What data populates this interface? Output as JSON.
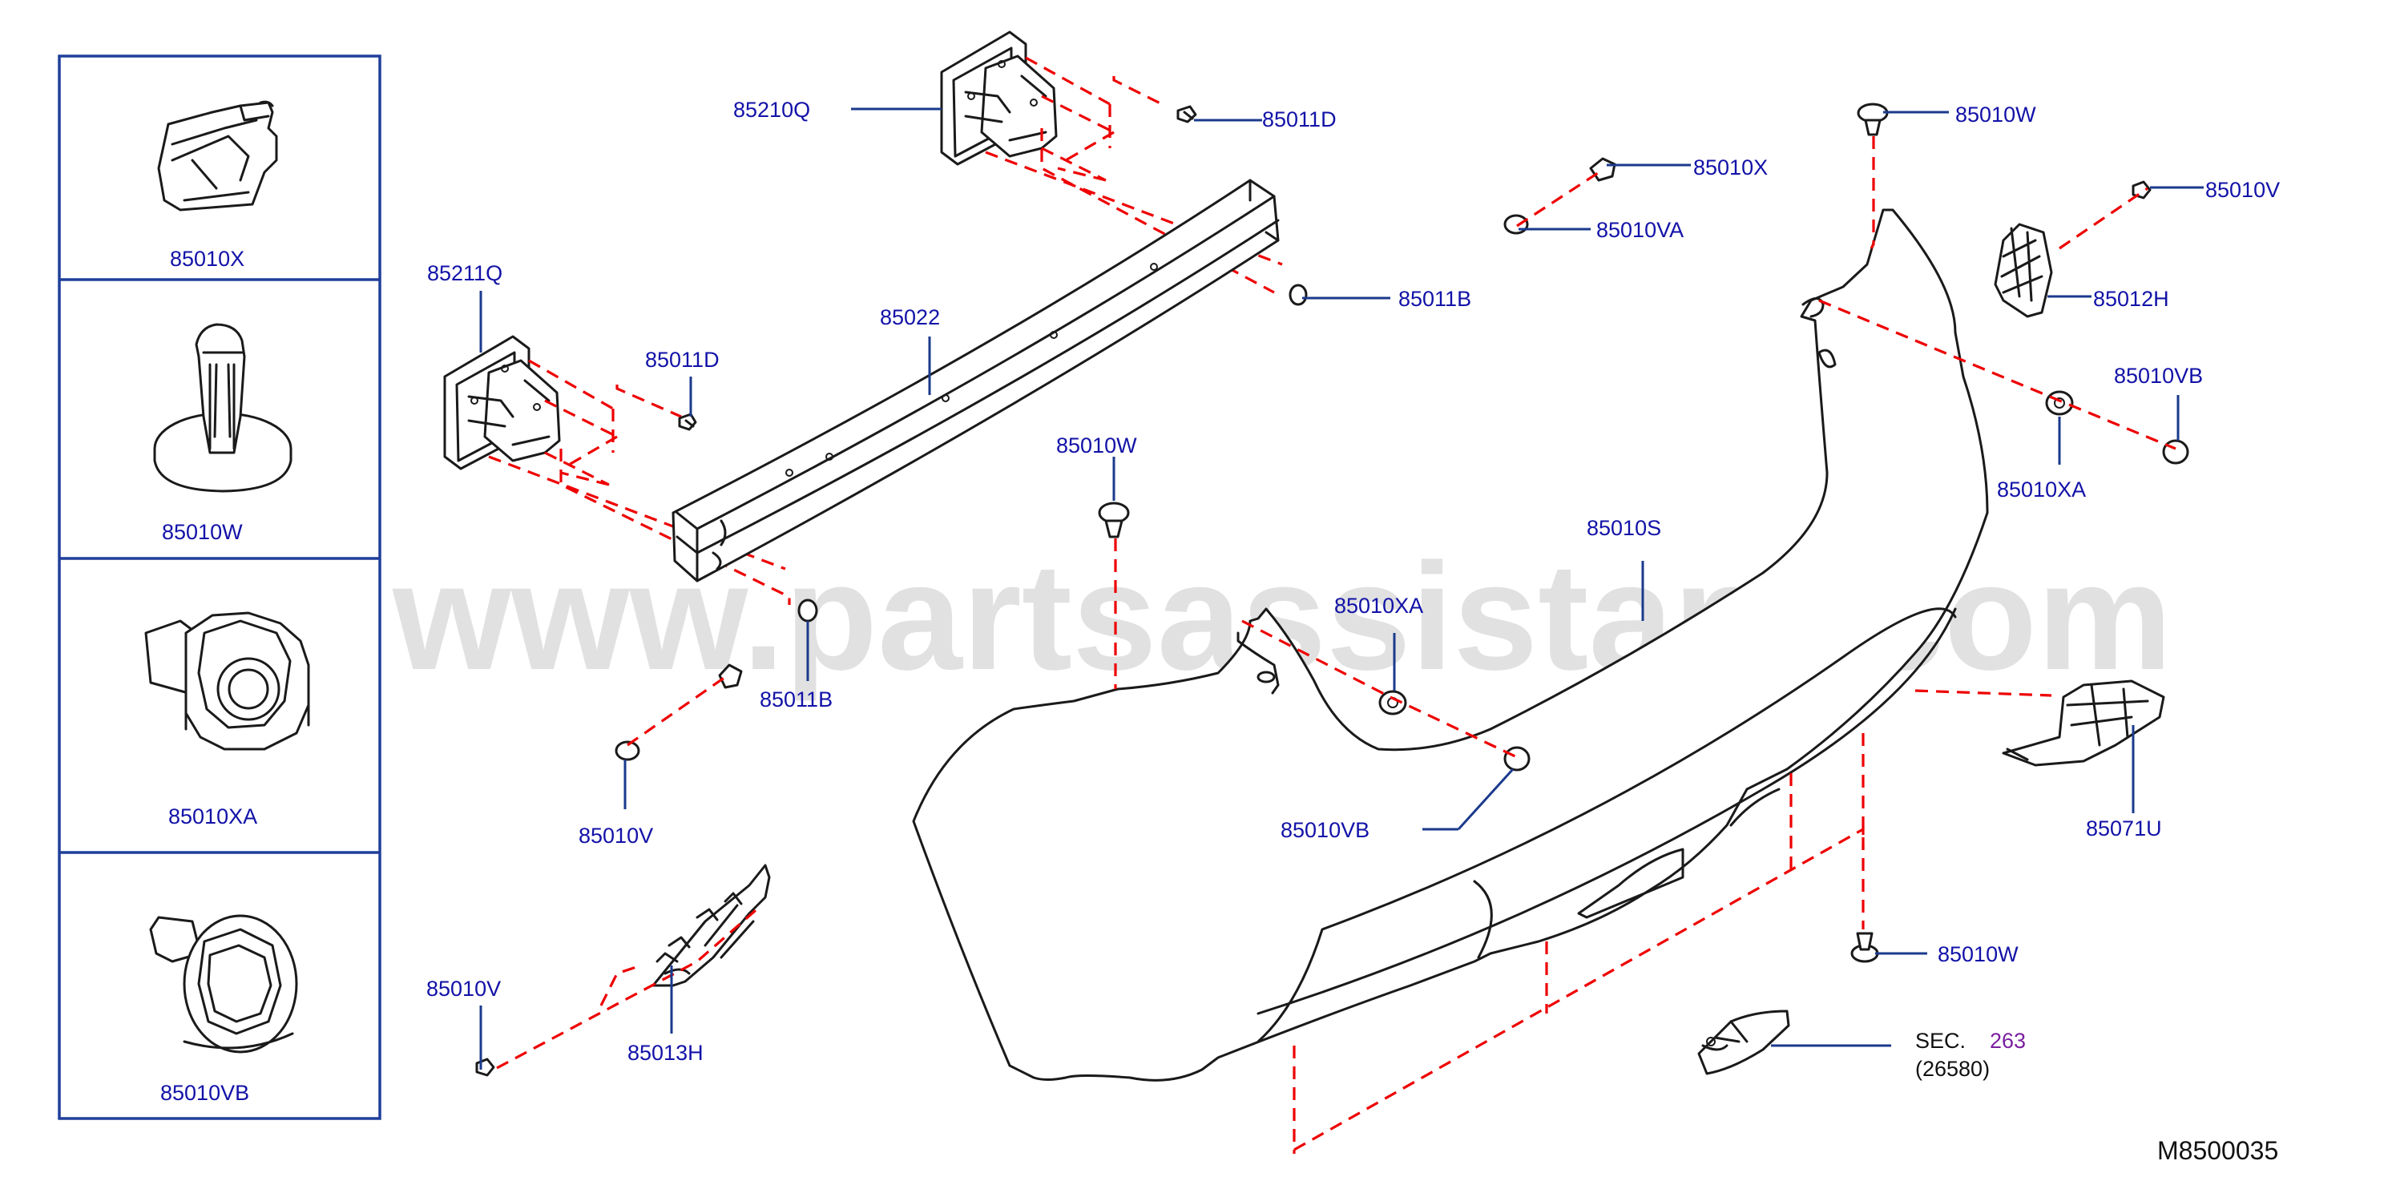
{
  "watermark": "www.partsassistant.com",
  "diagram_code": "M8500035",
  "legend_panel": [
    {
      "part": "85010X"
    },
    {
      "part": "85010W"
    },
    {
      "part": "85010XA"
    },
    {
      "part": "85010VB"
    }
  ],
  "callouts": {
    "p85210Q": "85210Q",
    "p85011D_top": "85011D",
    "p85211Q": "85211Q",
    "p85011D_left": "85011D",
    "p85022": "85022",
    "p85011B_right": "85011B",
    "p85011B_left": "85011B",
    "p85010V_left": "85010V",
    "p85010V_bottom": "85010V",
    "p85013H": "85013H",
    "p85010W_mid": "85010W",
    "p85010X": "85010X",
    "p85010VA": "85010VA",
    "p85010W_top": "85010W",
    "p85010V_right": "85010V",
    "p85012H": "85012H",
    "p85010VB_right": "85010VB",
    "p85010XA_right": "85010XA",
    "p85010S": "85010S",
    "p85010XA_mid": "85010XA",
    "p85010VB_mid": "85010VB",
    "p85071U": "85071U",
    "p85010W_bottom": "85010W",
    "sec_prefix": "SEC.",
    "sec_number": "263",
    "sec_part": "(26580)"
  }
}
